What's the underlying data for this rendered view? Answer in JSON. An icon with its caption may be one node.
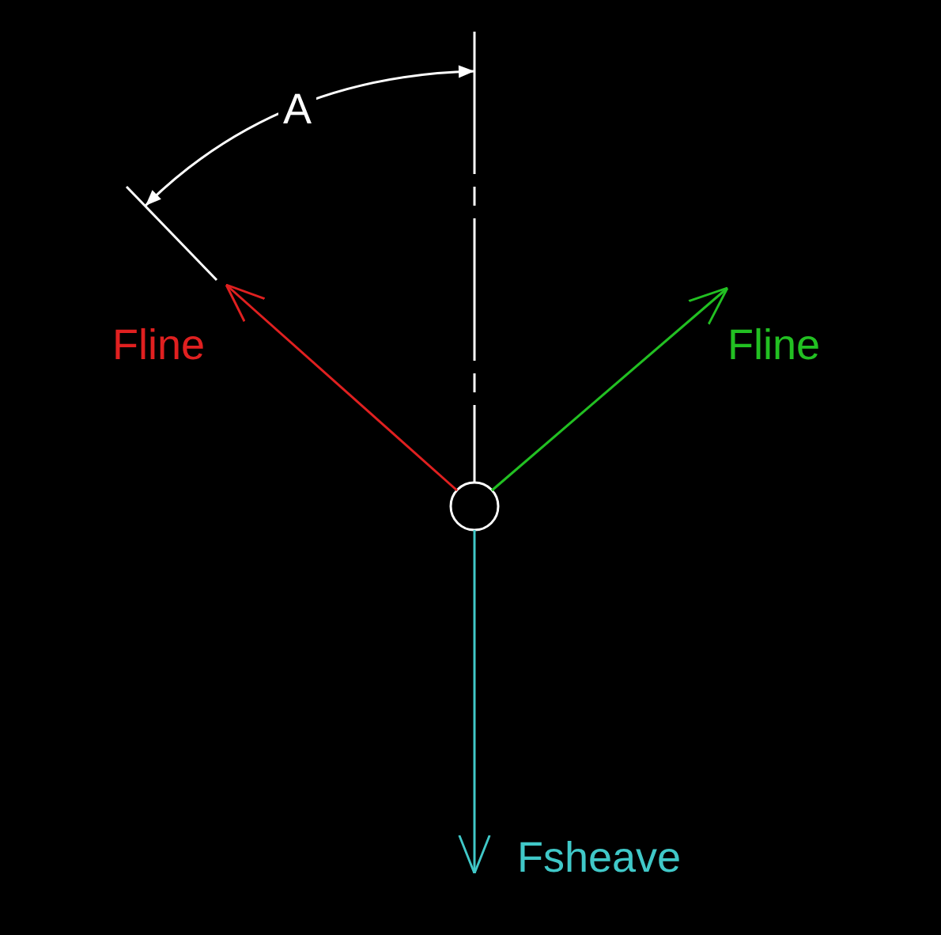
{
  "diagram": {
    "labels": [
      "A",
      "Fline",
      "Fline",
      "Fsheave"
    ]
  }
}
